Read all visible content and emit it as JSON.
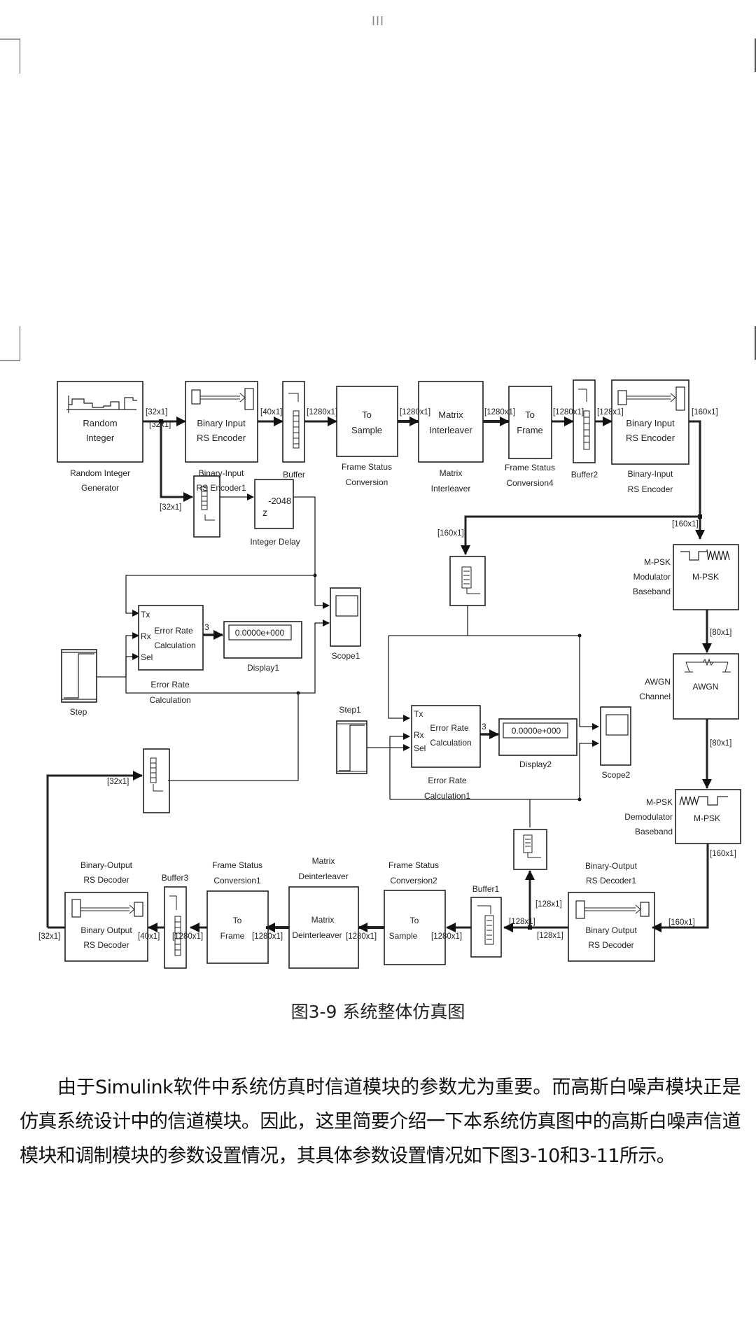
{
  "page": {
    "number_mark": "III"
  },
  "figure": {
    "caption": "图3-9    系统整体仿真图",
    "blocks": {
      "random_integer": {
        "icon_text": [
          "Random",
          "Integer"
        ],
        "label": [
          "Random Integer",
          "Generator"
        ]
      },
      "rs_encoder1": {
        "icon_text": [
          "Binary Input",
          "RS Encoder"
        ],
        "label": [
          "Binary-Input",
          "RS Encoder1"
        ]
      },
      "buffer": {
        "label": "Buffer"
      },
      "fsc": {
        "icon_text": [
          "To",
          "Sample"
        ],
        "label": [
          "Frame Status",
          "Conversion"
        ]
      },
      "interleaver": {
        "icon_text": [
          "Matrix",
          "Interleaver"
        ],
        "label": [
          "Matrix",
          "Interleaver"
        ]
      },
      "fsc4": {
        "icon_text": [
          "To",
          "Frame"
        ],
        "label": [
          "Frame Status",
          "Conversion4"
        ]
      },
      "buffer2": {
        "label": "Buffer2"
      },
      "rs_encoder": {
        "icon_text": [
          "Binary Input",
          "RS Encoder"
        ],
        "label": [
          "Binary-Input",
          "RS Encoder"
        ]
      },
      "integer_delay": {
        "icon_text": "z",
        "exponent": "-2048",
        "label": "Integer Delay"
      },
      "mpsk_mod": {
        "icon_text": "M-PSK",
        "label": [
          "M-PSK",
          "Modulator",
          "Baseband"
        ]
      },
      "awgn": {
        "icon_text": "AWGN",
        "label": [
          "AWGN",
          "Channel"
        ]
      },
      "mpsk_demod": {
        "icon_text": "M-PSK",
        "label": [
          "M-PSK",
          "Demodulator",
          "Baseband"
        ]
      },
      "error_rate": {
        "ports": [
          "Tx",
          "Rx",
          "Sel"
        ],
        "icon_text": [
          "Error Rate",
          "Calculation"
        ],
        "label": [
          "Error Rate",
          "Calculation"
        ],
        "out_width": "3"
      },
      "display1": {
        "value": "0.0000e+000",
        "label": "Display1"
      },
      "scope1": {
        "label": "Scope1"
      },
      "step": {
        "label": "Step"
      },
      "step1": {
        "label": "Step1"
      },
      "error_rate1": {
        "ports": [
          "Tx",
          "Rx",
          "Sel"
        ],
        "icon_text": [
          "Error Rate",
          "Calculation"
        ],
        "label": [
          "Error Rate",
          "Calculation1"
        ],
        "out_width": "3"
      },
      "display2": {
        "value": "0.0000e+000",
        "label": "Display2"
      },
      "scope2": {
        "label": "Scope2"
      },
      "rs_decoder1": {
        "icon_text": [
          "Binary Output",
          "RS Decoder"
        ],
        "label": [
          "Binary-Output",
          "RS Decoder1"
        ]
      },
      "buffer1": {
        "label": "Buffer1"
      },
      "fsc2": {
        "icon_text": [
          "To",
          "Sample"
        ],
        "label": [
          "Frame Status",
          "Conversion2"
        ]
      },
      "deinterleaver": {
        "icon_text": [
          "Matrix",
          "Deinterleaver"
        ],
        "label": [
          "Matrix",
          "Deinterleaver"
        ]
      },
      "fsc1": {
        "icon_text": [
          "To",
          "Frame"
        ],
        "label": [
          "Frame Status",
          "Conversion1"
        ]
      },
      "buffer3": {
        "label": "Buffer3"
      },
      "rs_decoder": {
        "icon_text": [
          "Binary Output",
          "RS Decoder"
        ],
        "label": [
          "Binary-Output",
          "RS Decoder"
        ]
      }
    },
    "signal_dims": {
      "d32": "[32x1]",
      "d40": "[40x1]",
      "d1280": "[1280x1]",
      "d128": "[128x1]",
      "d160": "[160x1]",
      "d80": "[80x1]"
    }
  },
  "paragraph": "由于Simulink软件中系统仿真时信道模块的参数尤为重要。而高斯白噪声模块正是仿真系统设计中的信道模块。因此，这里简要介绍一下本系统仿真图中的高斯白噪声信道模块和调制模块的参数设置情况，其具体参数设置情况如下图3-10和3-11所示。"
}
